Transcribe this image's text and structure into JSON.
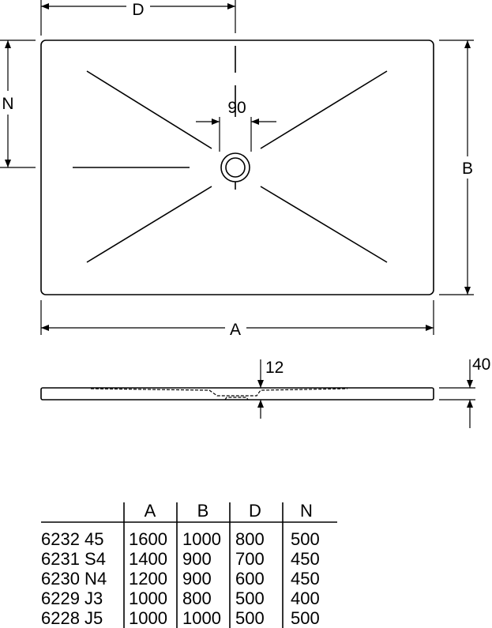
{
  "top_view": {
    "dim_A": "A",
    "dim_B": "B",
    "dim_D": "D",
    "dim_N": "N",
    "drain_width": "90"
  },
  "side_view": {
    "slope_depth": "12",
    "height": "40"
  },
  "table": {
    "headers": [
      "",
      "A",
      "B",
      "D",
      "N"
    ],
    "rows": [
      [
        "6232 45",
        "1600",
        "1000",
        "800",
        "500"
      ],
      [
        "6231 S4",
        "1400",
        "900",
        "700",
        "450"
      ],
      [
        "6230 N4",
        "1200",
        "900",
        "600",
        "450"
      ],
      [
        "6229 J3",
        "1000",
        "800",
        "500",
        "400"
      ],
      [
        "6228 J5",
        "1000",
        "1000",
        "500",
        "500"
      ]
    ]
  }
}
